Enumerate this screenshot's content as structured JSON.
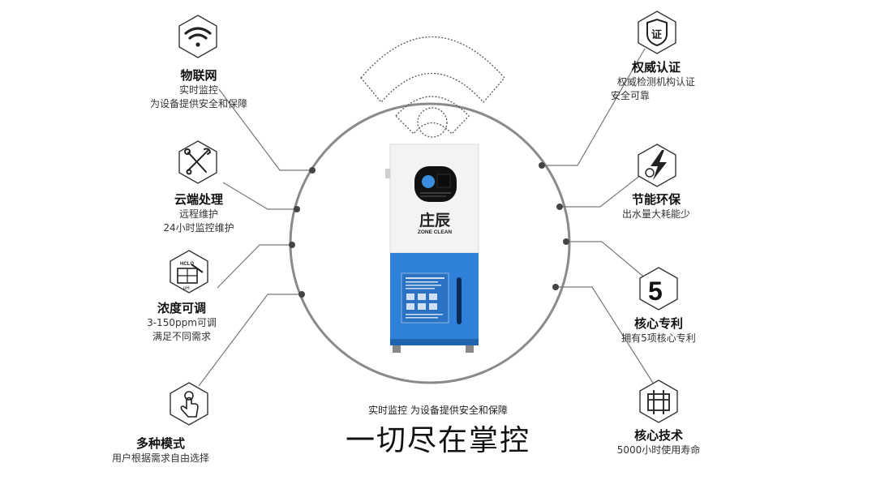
{
  "features_left": [
    {
      "icon": "wifi-icon",
      "title": "物联网",
      "lines": [
        "实时监控",
        "为设备提供安全和保障"
      ]
    },
    {
      "icon": "tools-icon",
      "title": "云端处理",
      "lines": [
        "远程维护",
        "24小时监控维护"
      ]
    },
    {
      "icon": "test-tube-icon",
      "title": "浓度可调",
      "lines": [
        "3-150ppm可调",
        "满足不同需求"
      ],
      "icon_text": [
        "HCLO",
        "pH"
      ]
    },
    {
      "icon": "hand-pointer-icon",
      "title": "多种模式",
      "lines": [
        "用户根据需求自由选择"
      ]
    }
  ],
  "features_right": [
    {
      "icon": "certificate-shield-icon",
      "title": "权威认证",
      "lines": [
        "权威检测机构认证",
        "安全可靠"
      ],
      "icon_text": "证"
    },
    {
      "icon": "energy-bolt-icon",
      "title": "节能环保",
      "lines": [
        "出水量大耗能少"
      ]
    },
    {
      "icon": "number-five-icon",
      "title": "核心专利",
      "lines": [
        "拥有5项核心专利"
      ],
      "icon_text": "5"
    },
    {
      "icon": "electrolysis-cell-icon",
      "title": "核心技术",
      "lines": [
        "5000小时使用寿命"
      ]
    }
  ],
  "product": {
    "brand": "庄辰",
    "brand_en": "ZONE CLEAN"
  },
  "tagline": "实时监控 为设备提供安全和保障",
  "headline": "一切尽在掌控",
  "colors": {
    "line": "#7a7a7a",
    "icon": "#333333",
    "machine_blue": "#2f7fd6",
    "machine_white": "#f4f4f4",
    "screen": "#111111"
  }
}
